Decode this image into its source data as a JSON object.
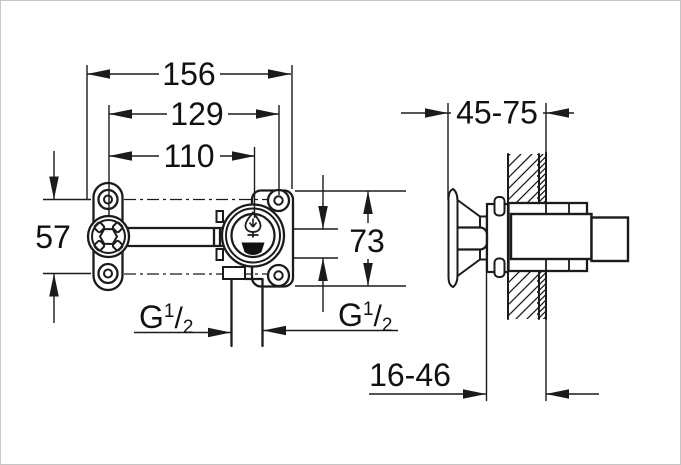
{
  "drawing": {
    "dimensions": {
      "overall_width": "156",
      "hole_spacing": "129",
      "center_distance": "110",
      "bracket_hole_spacing": "57",
      "plate_height": "73",
      "mounting_depth_range": "45-75",
      "wall_clearance_range": "16-46"
    },
    "thread_labels": {
      "left": {
        "letter": "G",
        "numerator": "1",
        "slash": "/",
        "denominator": "2"
      },
      "right": {
        "letter": "G",
        "numerator": "1",
        "slash": "/",
        "denominator": "2"
      }
    },
    "colors": {
      "line": "#1b1b1b",
      "background": "#ffffff",
      "border": "#c6c6c6"
    }
  }
}
